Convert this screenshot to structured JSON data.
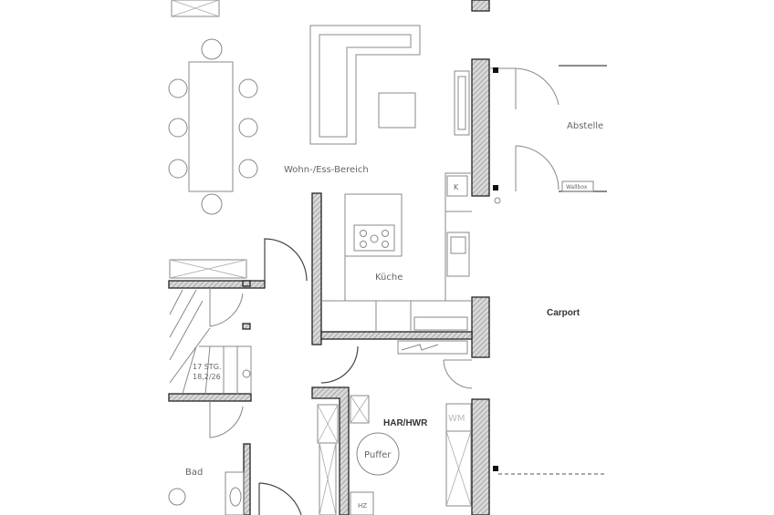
{
  "rooms": {
    "living": "Wohn-/Ess-Bereich",
    "kitchen": "Küche",
    "carport": "Carport",
    "storage": "Abstelle",
    "utility": "HAR/HWR",
    "bath": "Bad"
  },
  "fixtures": {
    "wallbox": "Wallbox",
    "buffer": "Puffer",
    "washer": "WM",
    "heating": "HZ",
    "fridge": "K"
  },
  "stairs": {
    "steps": "17 STG.",
    "ratio": "18,2/26"
  },
  "colors": {
    "wall_fill": "#bbbbbb",
    "line": "#444444"
  }
}
